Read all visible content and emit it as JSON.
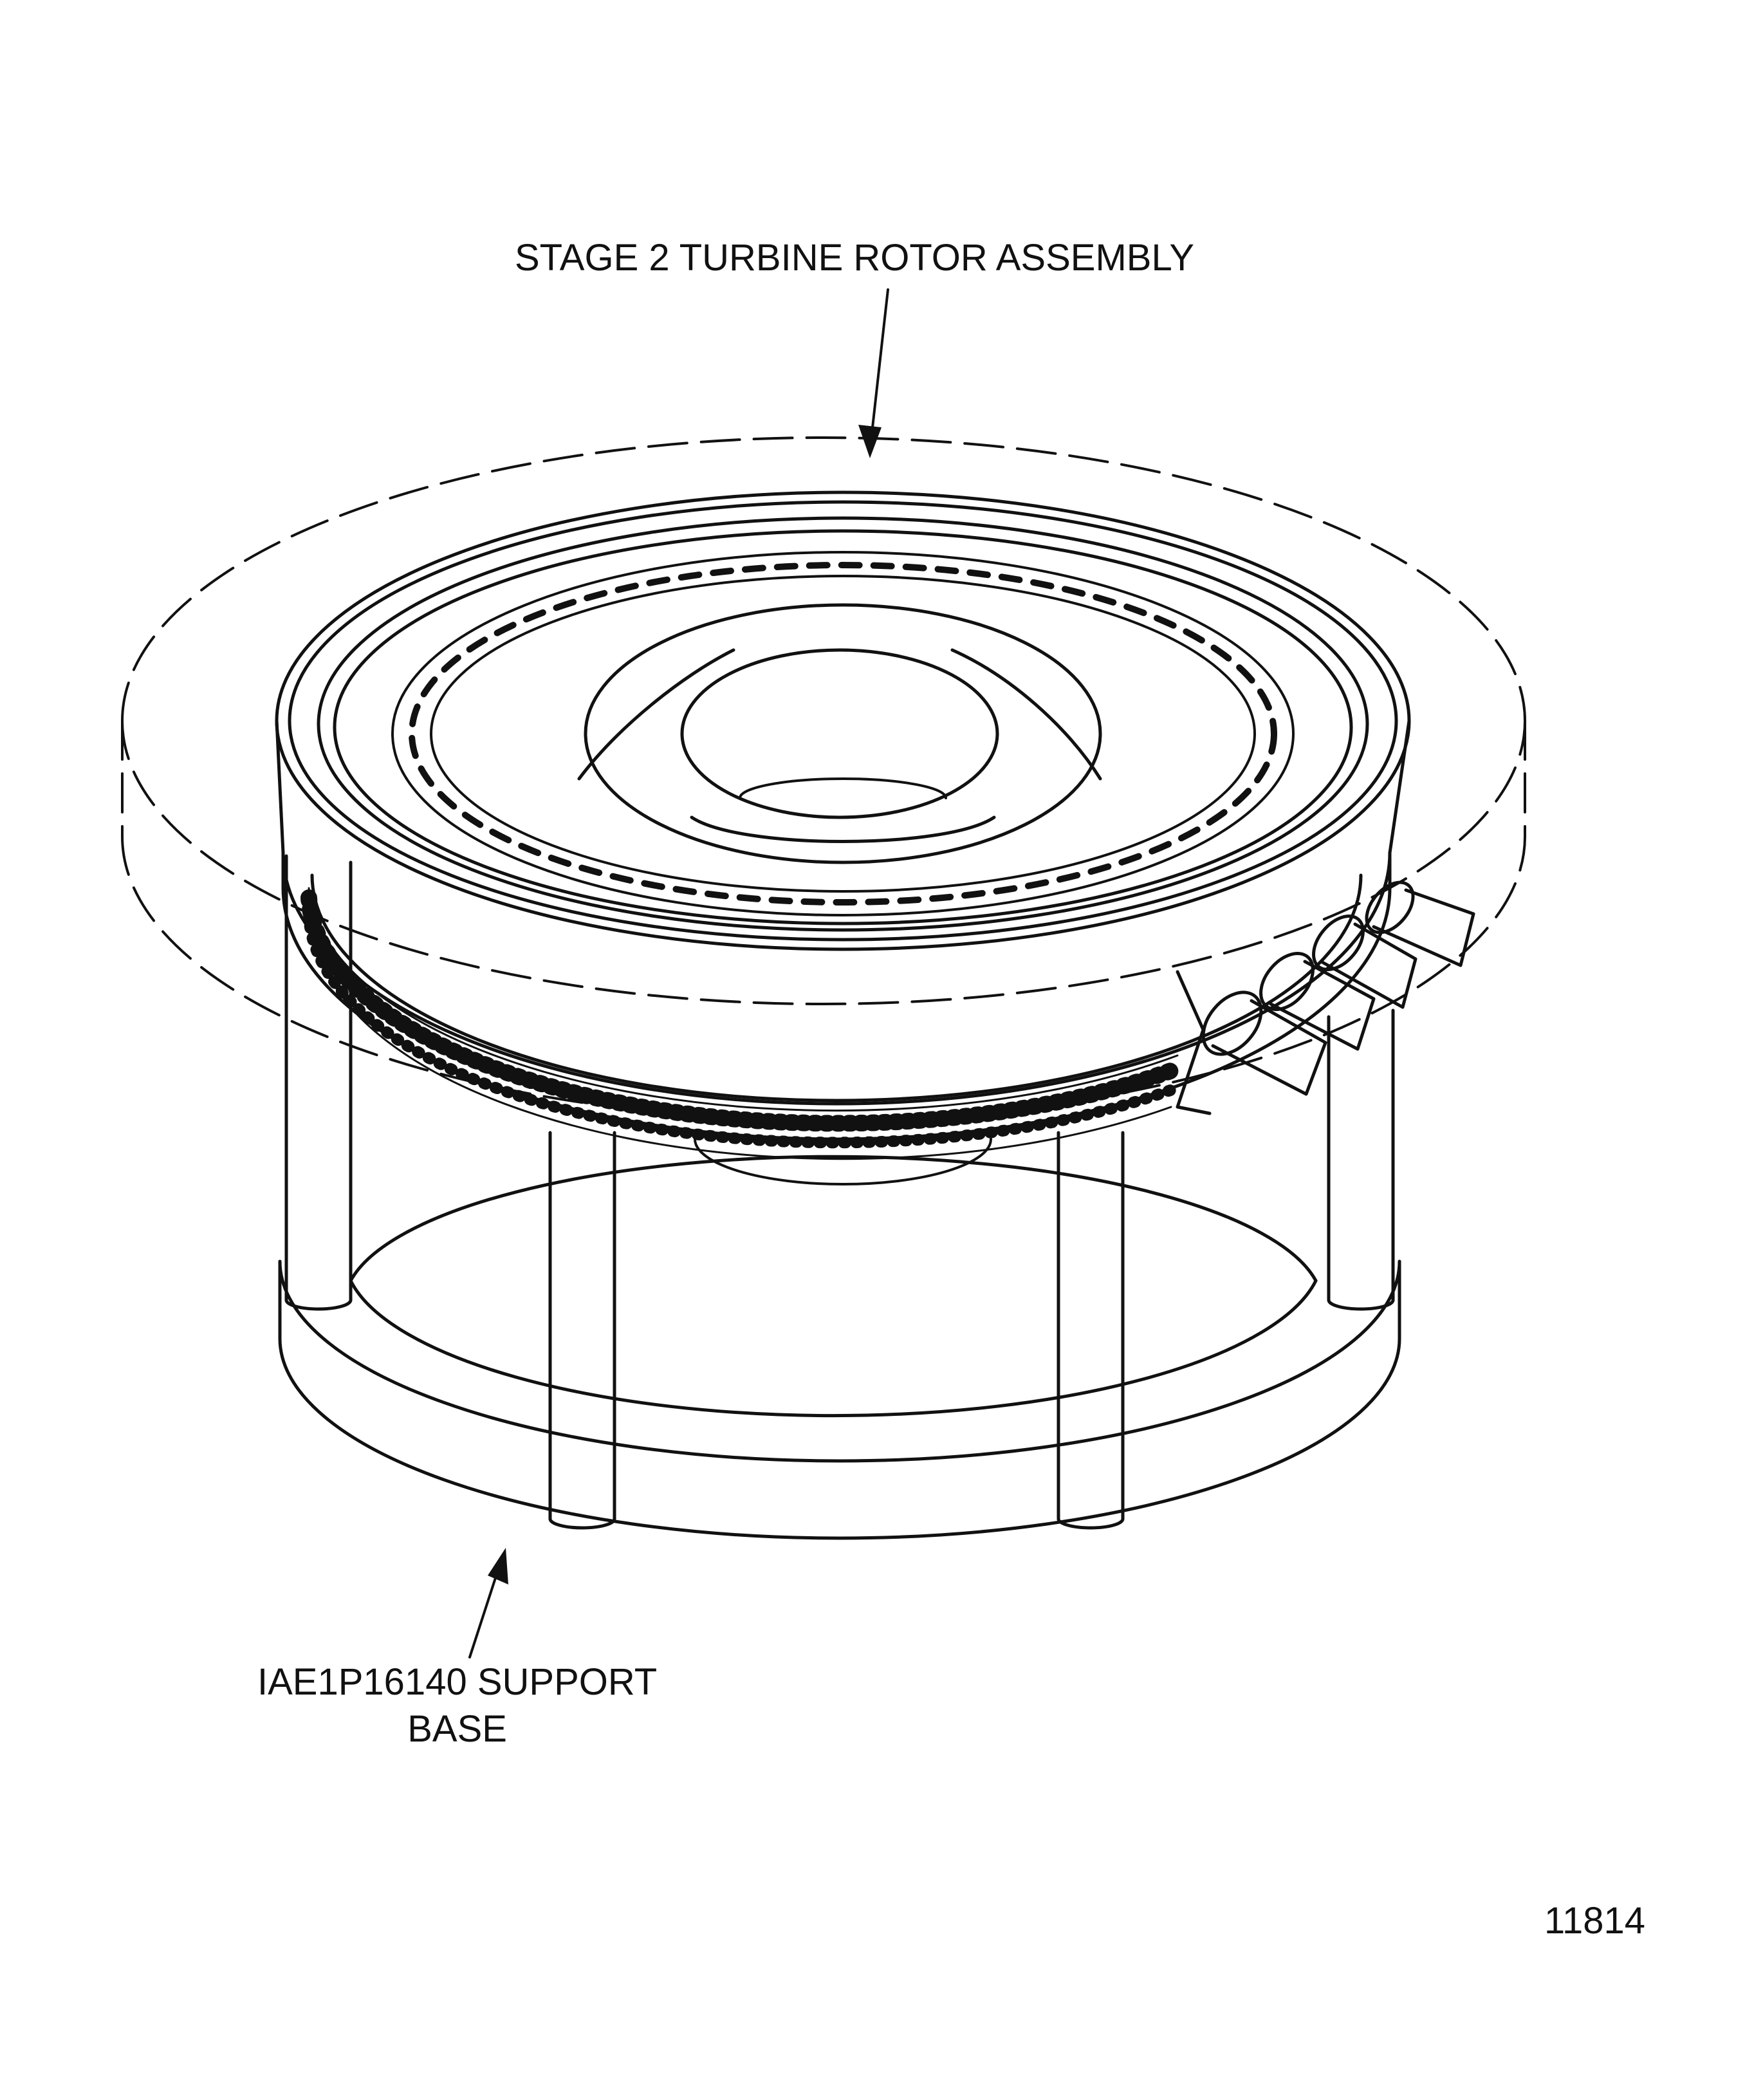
{
  "labels": {
    "rotor": "STAGE 2 TURBINE ROTOR ASSEMBLY",
    "support_line1": "IAE1P16140 SUPPORT",
    "support_line2": "BASE"
  },
  "figure_number": "11814",
  "colors": {
    "line": "#111111",
    "background": "#ffffff"
  }
}
